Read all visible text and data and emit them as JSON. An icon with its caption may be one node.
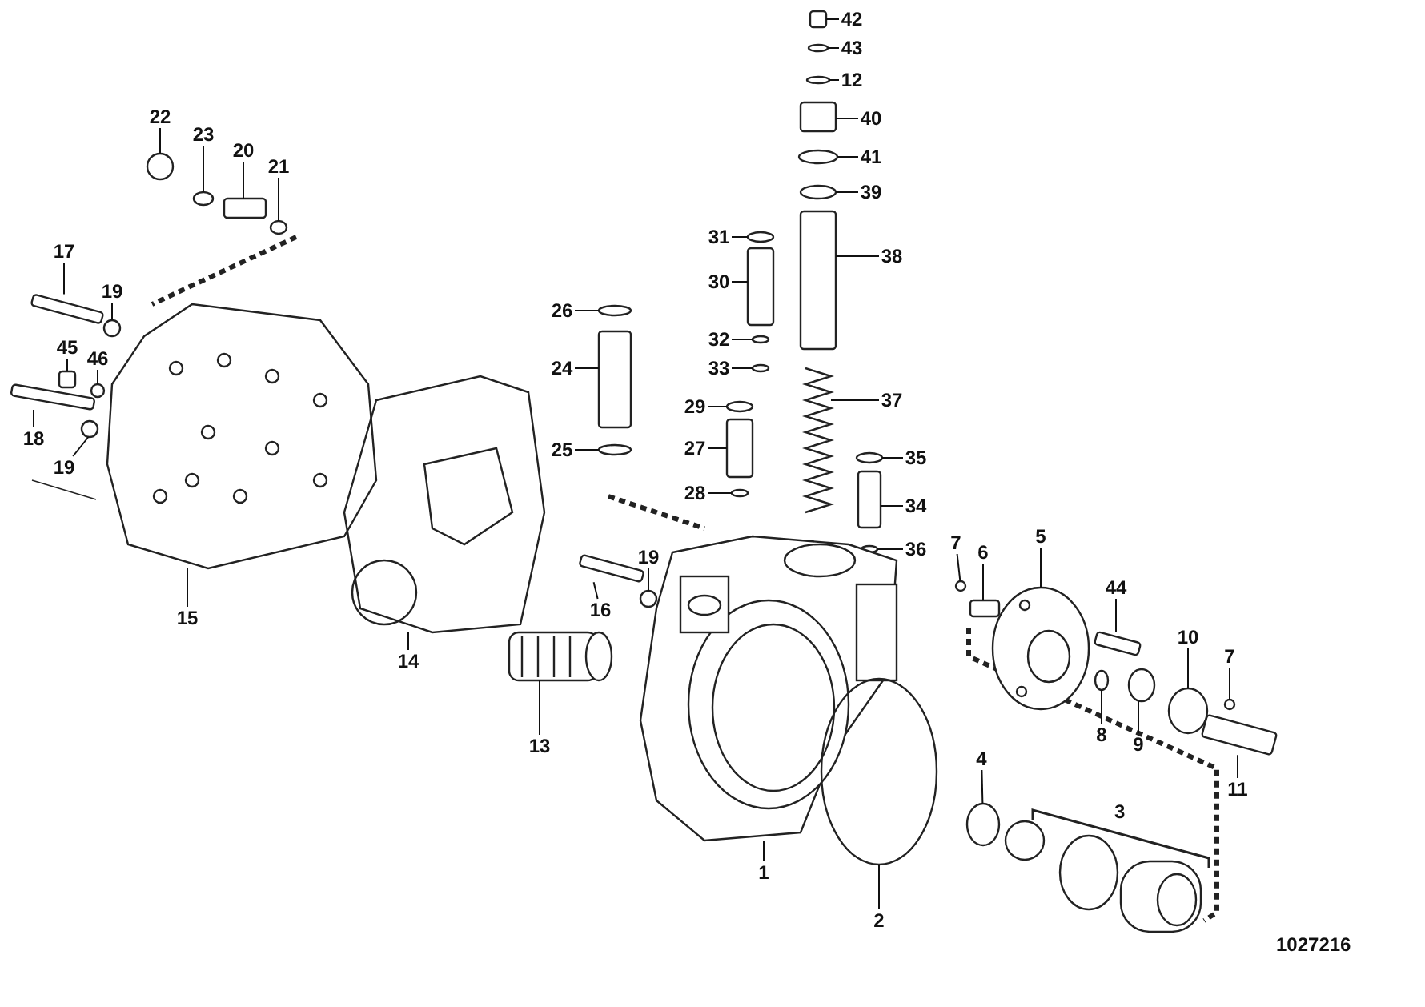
{
  "diagram": {
    "nodes": [
      {
        "text": [
          "42"
        ]
      },
      {
        "text": [
          "43"
        ]
      },
      {
        "text": [
          "12"
        ]
      },
      {
        "text": [
          "40"
        ]
      },
      {
        "text": [
          "41"
        ]
      },
      {
        "text": [
          "39"
        ]
      },
      {
        "text": [
          "38"
        ]
      },
      {
        "text": [
          "37"
        ]
      },
      {
        "text": [
          "31"
        ]
      },
      {
        "text": [
          "30"
        ]
      },
      {
        "text": [
          "32"
        ]
      },
      {
        "text": [
          "33"
        ]
      },
      {
        "text": [
          "29"
        ]
      },
      {
        "text": [
          "27"
        ]
      },
      {
        "text": [
          "28"
        ]
      },
      {
        "text": [
          "26"
        ]
      },
      {
        "text": [
          "24"
        ]
      },
      {
        "text": [
          "25"
        ]
      },
      {
        "text": [
          "35"
        ]
      },
      {
        "text": [
          "34"
        ]
      },
      {
        "text": [
          "36"
        ]
      },
      {
        "text": [
          "22"
        ]
      },
      {
        "text": [
          "23"
        ]
      },
      {
        "text": [
          "20"
        ]
      },
      {
        "text": [
          "21"
        ]
      },
      {
        "text": [
          "17"
        ]
      },
      {
        "text": [
          "19"
        ]
      },
      {
        "text": [
          "45"
        ]
      },
      {
        "text": [
          "46"
        ]
      },
      {
        "text": [
          "18"
        ]
      },
      {
        "text": [
          "19"
        ]
      },
      {
        "text": [
          "15"
        ]
      },
      {
        "text": [
          "14"
        ]
      },
      {
        "text": [
          "13"
        ]
      },
      {
        "text": [
          "16"
        ]
      },
      {
        "text": [
          "19"
        ]
      },
      {
        "text": [
          "7"
        ]
      },
      {
        "text": [
          "6"
        ]
      },
      {
        "text": [
          "5"
        ]
      },
      {
        "text": [
          "44"
        ]
      },
      {
        "text": [
          "10"
        ]
      },
      {
        "text": [
          "7"
        ]
      },
      {
        "text": [
          "8"
        ]
      },
      {
        "text": [
          "9"
        ]
      },
      {
        "text": [
          "11"
        ]
      },
      {
        "text": [
          "4"
        ]
      },
      {
        "text": [
          "1"
        ]
      },
      {
        "text": [
          "2"
        ]
      },
      {
        "text": [],
        "shape": "box"
      },
      {
        "text": [],
        "shape": "circle"
      },
      {
        "text": [],
        "shape": "circle"
      },
      {
        "text": [],
        "shape": "box"
      },
      {
        "text": [],
        "shape": "circle"
      },
      {
        "text": [],
        "shape": "circle"
      },
      {
        "text": [],
        "shape": "box"
      },
      {
        "text": [],
        "shape": "picture"
      },
      {
        "text": [],
        "shape": "circle"
      },
      {
        "text": [],
        "shape": "box"
      },
      {
        "text": [],
        "shape": "circle"
      },
      {
        "text": [],
        "shape": "circle"
      },
      {
        "text": [],
        "shape": "circle"
      },
      {
        "text": [],
        "shape": "box"
      },
      {
        "text": [],
        "shape": "circle"
      },
      {
        "text": [],
        "shape": "circle"
      },
      {
        "text": [],
        "shape": "box"
      },
      {
        "text": [],
        "shape": "circle"
      },
      {
        "text": [],
        "shape": "circle"
      },
      {
        "text": [],
        "shape": "box"
      },
      {
        "text": [],
        "shape": "circle"
      },
      {
        "text": [],
        "shape": "circle"
      },
      {
        "text": [],
        "shape": "circle"
      },
      {
        "text": [],
        "shape": "box"
      },
      {
        "text": [],
        "shape": "circle"
      },
      {
        "text": [],
        "shape": "box"
      },
      {
        "text": [],
        "shape": "circle"
      },
      {
        "text": [],
        "shape": "box"
      },
      {
        "text": [],
        "shape": "circle"
      },
      {
        "text": [],
        "shape": "box"
      },
      {
        "text": [],
        "shape": "circle"
      },
      {
        "text": [],
        "shape": "picture"
      },
      {
        "text": [],
        "shape": "picture"
      },
      {
        "text": [],
        "shape": "picture"
      },
      {
        "text": [],
        "shape": "box"
      },
      {
        "text": [],
        "shape": "circle"
      },
      {
        "text": [],
        "shape": "circle"
      },
      {
        "text": [],
        "shape": "box"
      },
      {
        "text": [],
        "shape": "picture"
      },
      {
        "text": [],
        "shape": "box"
      },
      {
        "text": [],
        "shape": "circle"
      },
      {
        "text": [],
        "shape": "circle"
      },
      {
        "text": [],
        "shape": "circle"
      },
      {
        "text": [],
        "shape": "circle"
      },
      {
        "text": [],
        "shape": "box"
      },
      {
        "text": [],
        "shape": "circle"
      },
      {
        "text": [],
        "shape": "picture"
      },
      {
        "text": [],
        "shape": "circle"
      }
    ],
    "edges": [
      {
        "from": 0,
        "to": 48,
        "arrow": "none"
      },
      {
        "from": 1,
        "to": 49,
        "arrow": "none"
      },
      {
        "from": 2,
        "to": 50,
        "arrow": "none"
      },
      {
        "from": 3,
        "to": 51,
        "arrow": "none"
      },
      {
        "from": 4,
        "to": 52,
        "arrow": "none"
      },
      {
        "from": 5,
        "to": 53,
        "arrow": "none"
      },
      {
        "from": 6,
        "to": 54,
        "arrow": "none"
      },
      {
        "from": 7,
        "to": 55,
        "arrow": "none"
      },
      {
        "from": 8,
        "to": 56,
        "arrow": "none"
      },
      {
        "from": 9,
        "to": 57,
        "arrow": "none"
      },
      {
        "from": 10,
        "to": 58,
        "arrow": "none"
      },
      {
        "from": 11,
        "to": 59,
        "arrow": "none"
      },
      {
        "from": 12,
        "to": 60,
        "arrow": "none"
      },
      {
        "from": 13,
        "to": 61,
        "arrow": "none"
      },
      {
        "from": 14,
        "to": 62,
        "arrow": "none"
      },
      {
        "from": 15,
        "to": 63,
        "arrow": "none"
      },
      {
        "from": 16,
        "to": 64,
        "arrow": "none"
      },
      {
        "from": 17,
        "to": 65,
        "arrow": "none"
      },
      {
        "from": 18,
        "to": 66,
        "arrow": "none"
      },
      {
        "from": 19,
        "to": 67,
        "arrow": "none"
      },
      {
        "from": 20,
        "to": 68,
        "arrow": "none"
      },
      {
        "from": 21,
        "to": 69,
        "arrow": "none"
      },
      {
        "from": 22,
        "to": 70,
        "arrow": "none"
      },
      {
        "from": 23,
        "to": 71,
        "arrow": "none"
      },
      {
        "from": 24,
        "to": 72,
        "arrow": "none"
      },
      {
        "from": 25,
        "to": 73,
        "arrow": "none"
      },
      {
        "from": 26,
        "to": 74,
        "arrow": "none"
      },
      {
        "from": 27,
        "to": 75,
        "arrow": "none"
      },
      {
        "from": 28,
        "to": 76,
        "arrow": "none"
      },
      {
        "from": 29,
        "to": 77,
        "arrow": "none"
      },
      {
        "from": 30,
        "to": 78,
        "arrow": "none"
      },
      {
        "from": 31,
        "to": 79,
        "arrow": "none"
      },
      {
        "from": 32,
        "to": 80,
        "arrow": "none"
      },
      {
        "from": 33,
        "to": 81,
        "arrow": "none"
      },
      {
        "from": 34,
        "to": 82,
        "arrow": "none"
      },
      {
        "from": 35,
        "to": 83,
        "arrow": "none"
      },
      {
        "from": 36,
        "to": 84,
        "arrow": "none"
      },
      {
        "from": 37,
        "to": 85,
        "arrow": "none"
      },
      {
        "from": 38,
        "to": 86,
        "arrow": "none"
      },
      {
        "from": 39,
        "to": 87,
        "arrow": "none"
      },
      {
        "from": 40,
        "to": 88,
        "arrow": "none"
      },
      {
        "from": 41,
        "to": 89,
        "arrow": "none"
      },
      {
        "from": 42,
        "to": 90,
        "arrow": "none"
      },
      {
        "from": 43,
        "to": 91,
        "arrow": "none"
      },
      {
        "from": 44,
        "to": 92,
        "arrow": "none"
      },
      {
        "from": 45,
        "to": 93,
        "arrow": "none"
      },
      {
        "from": 46,
        "to": 94,
        "arrow": "none"
      },
      {
        "from": 47,
        "to": 95,
        "arrow": "none"
      }
    ],
    "labels": [
      "3",
      "1027216"
    ]
  }
}
